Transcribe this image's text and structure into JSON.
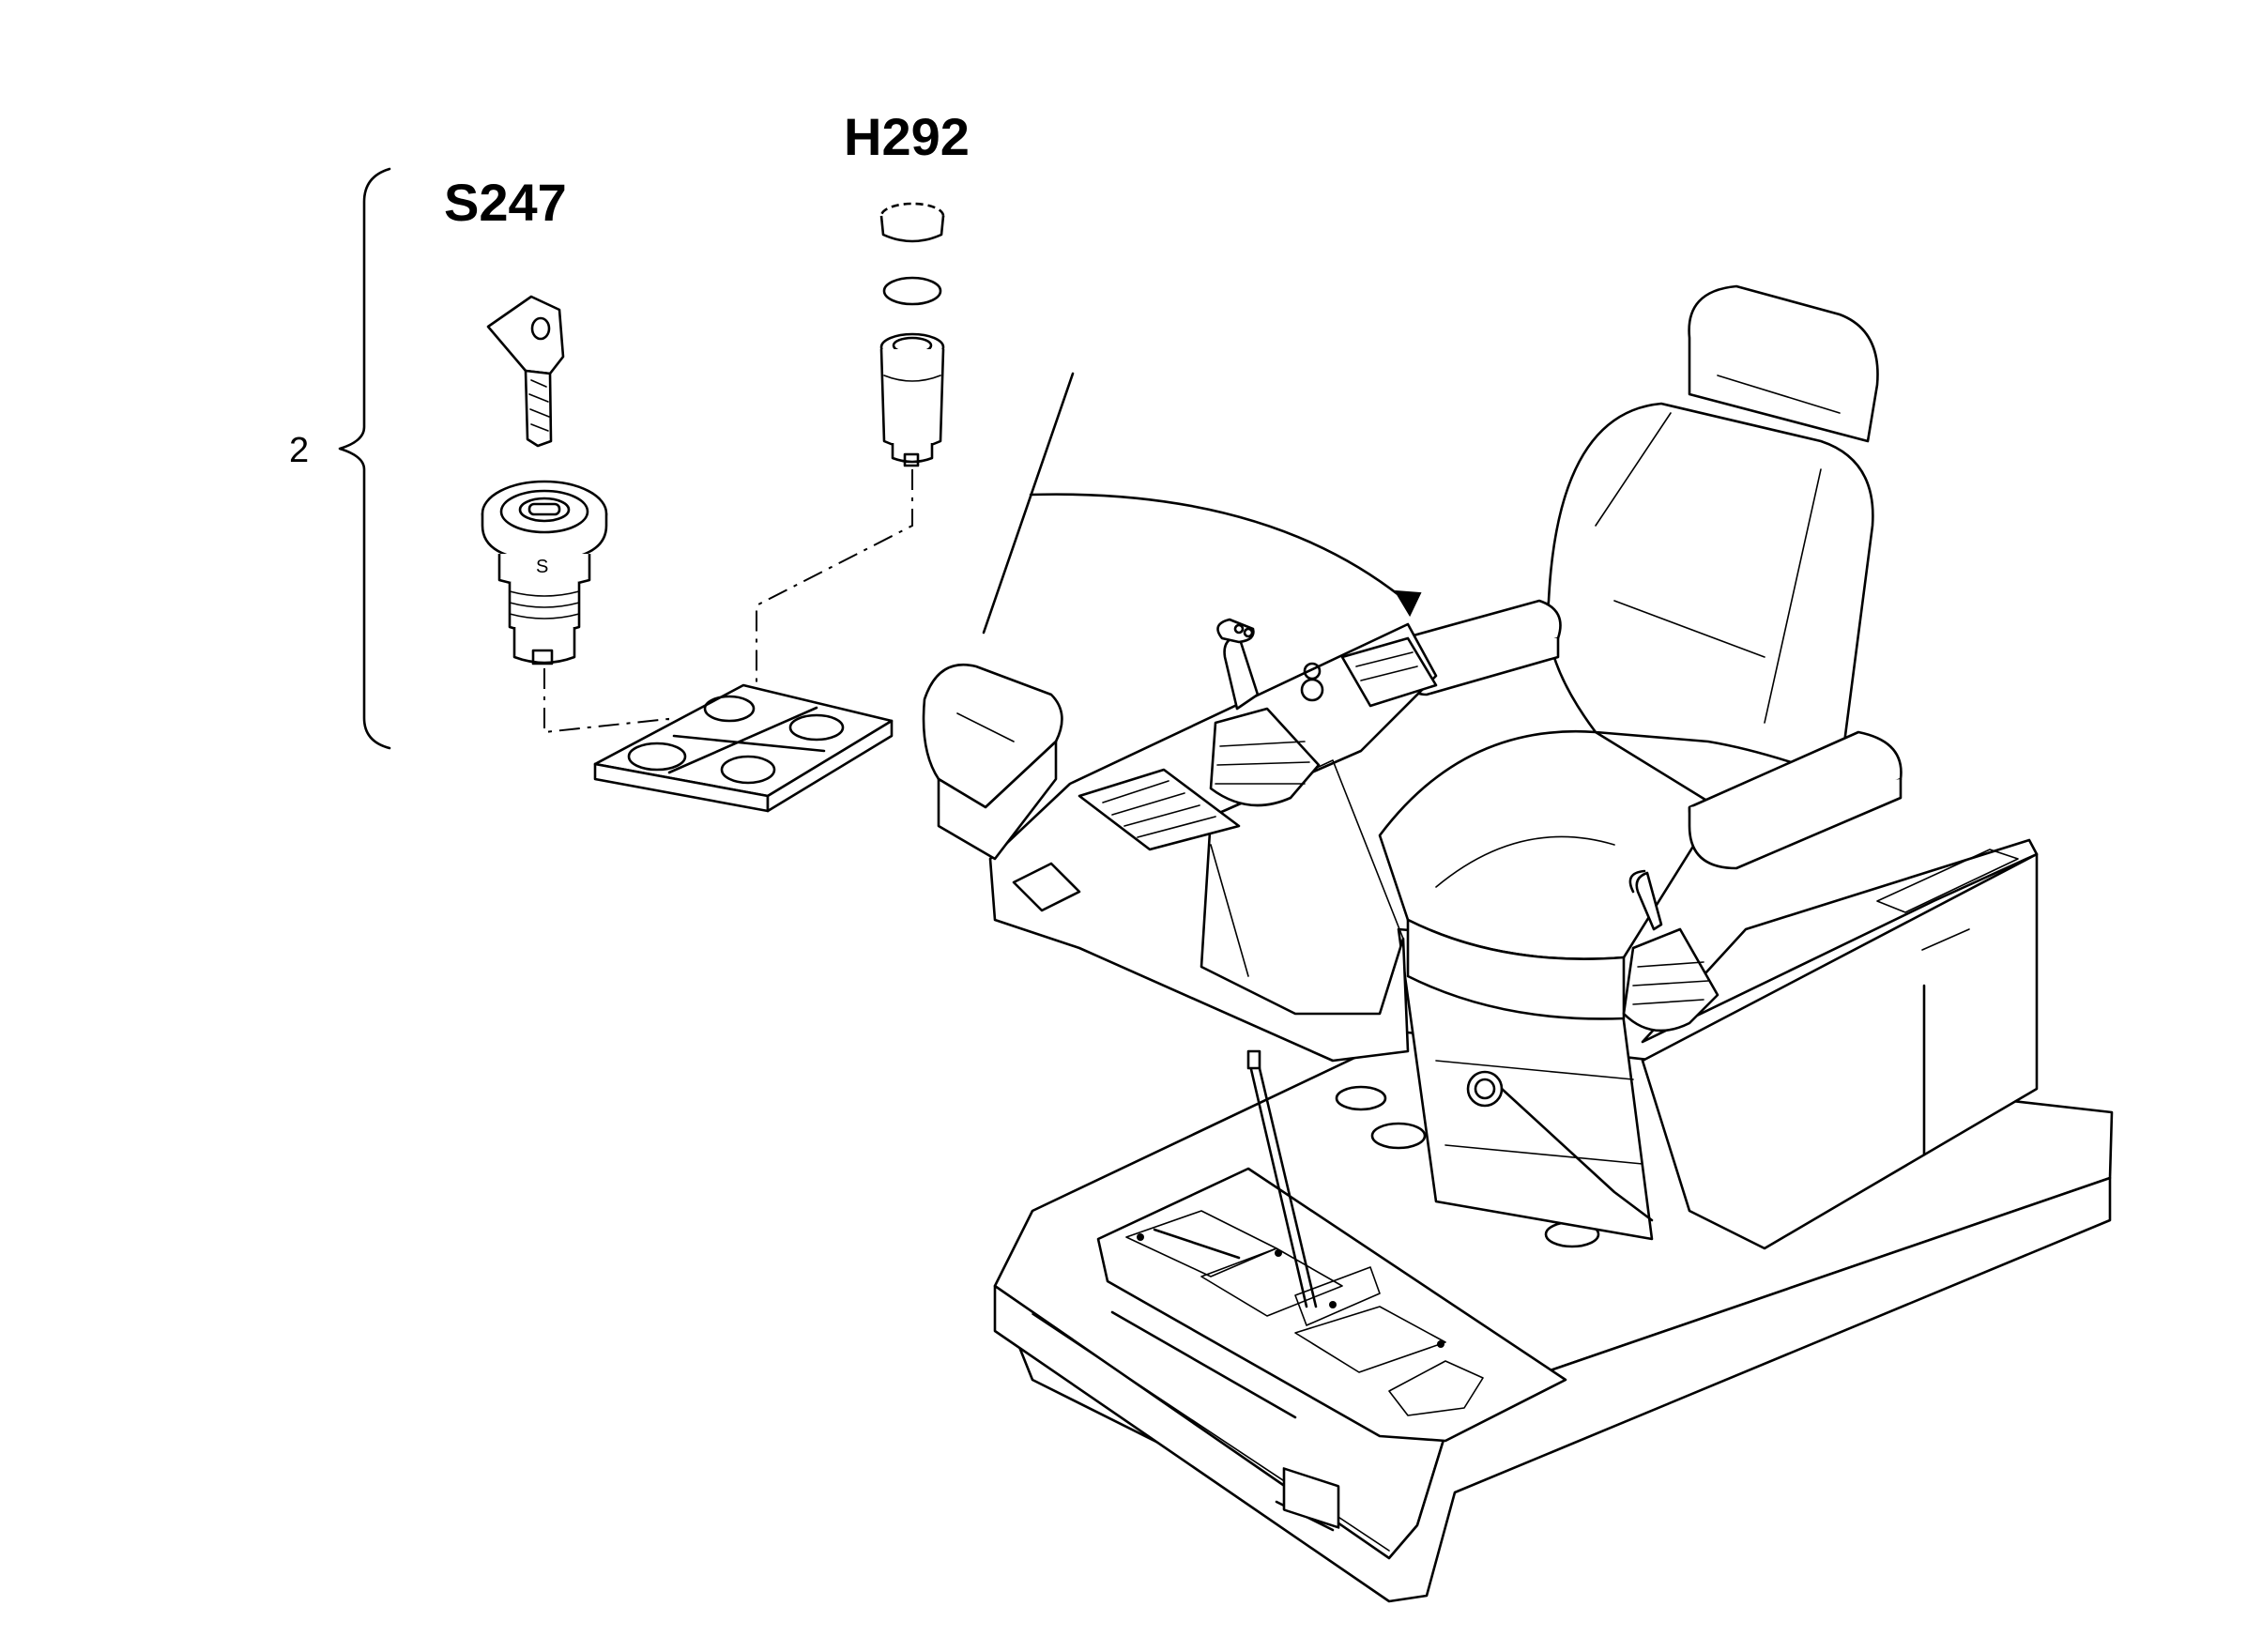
{
  "labels": {
    "part_s247": "S247",
    "part_h292": "H292",
    "group_number": "2"
  }
}
